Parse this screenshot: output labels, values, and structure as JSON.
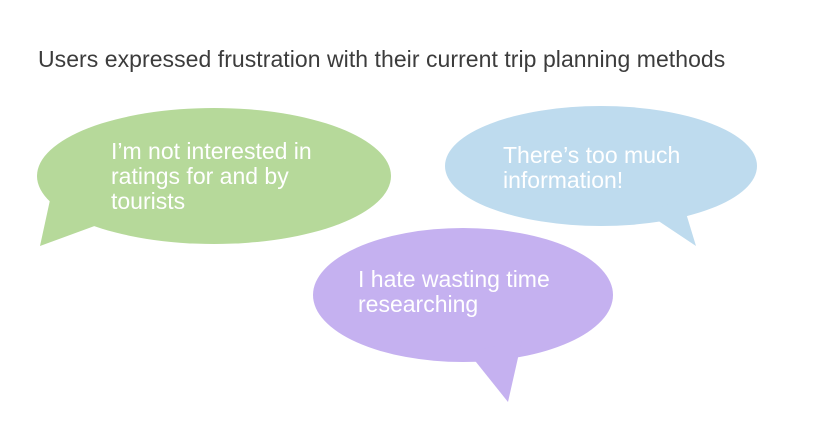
{
  "title": "Users expressed frustration with their current trip planning methods",
  "bubbles": [
    {
      "id": "left",
      "color": "#b6d99a",
      "lines": [
        "I’m not interested in",
        "ratings for and by",
        "tourists"
      ]
    },
    {
      "id": "right",
      "color": "#bedbee",
      "lines": [
        "There’s too much",
        "information!"
      ]
    },
    {
      "id": "bottom",
      "color": "#c5b1f0",
      "lines": [
        "I hate wasting time",
        "researching"
      ]
    }
  ]
}
